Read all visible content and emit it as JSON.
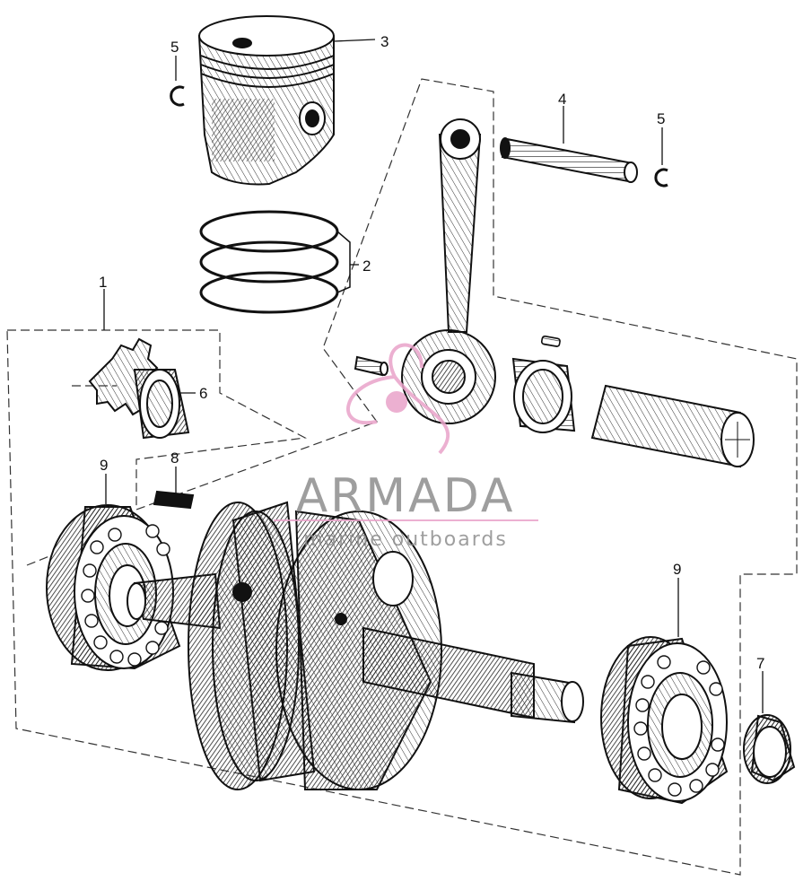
{
  "callouts": {
    "c1": "1",
    "c2": "2",
    "c3": "3",
    "c4": "4",
    "c5a": "5",
    "c5b": "5",
    "c6": "6",
    "c7": "7",
    "c8": "8",
    "c9a": "9",
    "c9b": "9"
  },
  "watermark": {
    "brand": "ARMADA",
    "tagline": "marine outboards",
    "color": "#e9a3c9"
  }
}
